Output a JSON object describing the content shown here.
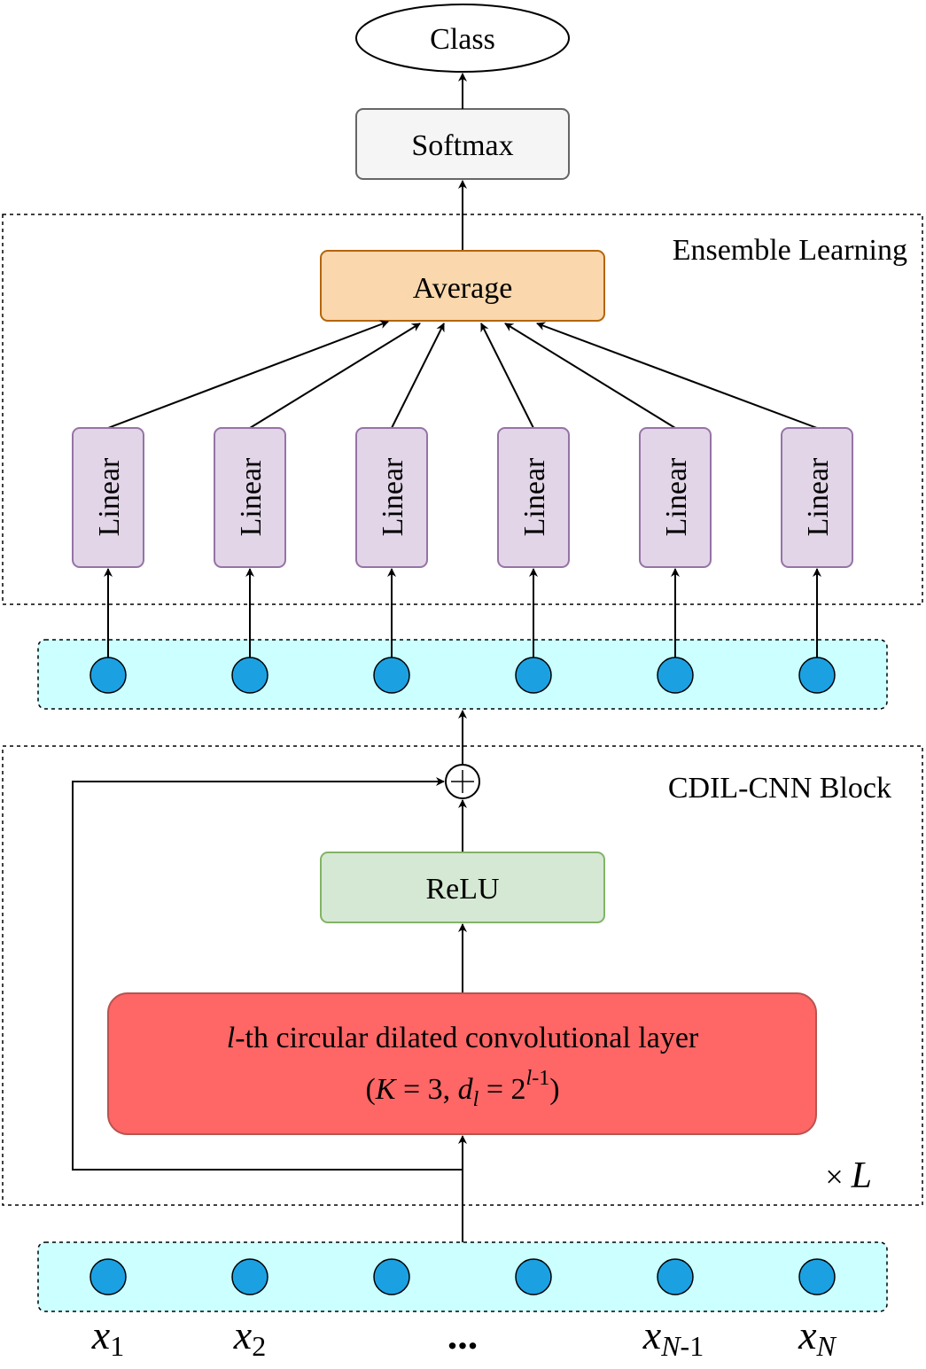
{
  "nodes": {
    "class": "Class",
    "softmax": "Softmax",
    "average": "Average",
    "linear": [
      "Linear",
      "Linear",
      "Linear",
      "Linear",
      "Linear",
      "Linear"
    ],
    "relu": "ReLU",
    "conv_line1_suffix": "-th circular dilated convolutional layer",
    "conv_line1_var": "l"
  },
  "regions": {
    "ensemble": "Ensemble Learning",
    "cdil": "CDIL-CNN Block",
    "repeat": "× L"
  },
  "inputs": {
    "labels": [
      "x1",
      "x2",
      "...",
      "xN-1",
      "xN"
    ]
  },
  "colors": {
    "softmax_fill": "#f5f5f5",
    "average_fill": "#fad7ac",
    "average_stroke": "#b46504",
    "linear_fill": "#e1d5e7",
    "linear_stroke": "#9673a6",
    "relu_fill": "#d5e8d4",
    "relu_stroke": "#82b366",
    "conv_fill": "#ff6666",
    "conv_stroke": "#b85450",
    "band_fill": "#ccffff",
    "node_fill": "#1ba1e2"
  }
}
